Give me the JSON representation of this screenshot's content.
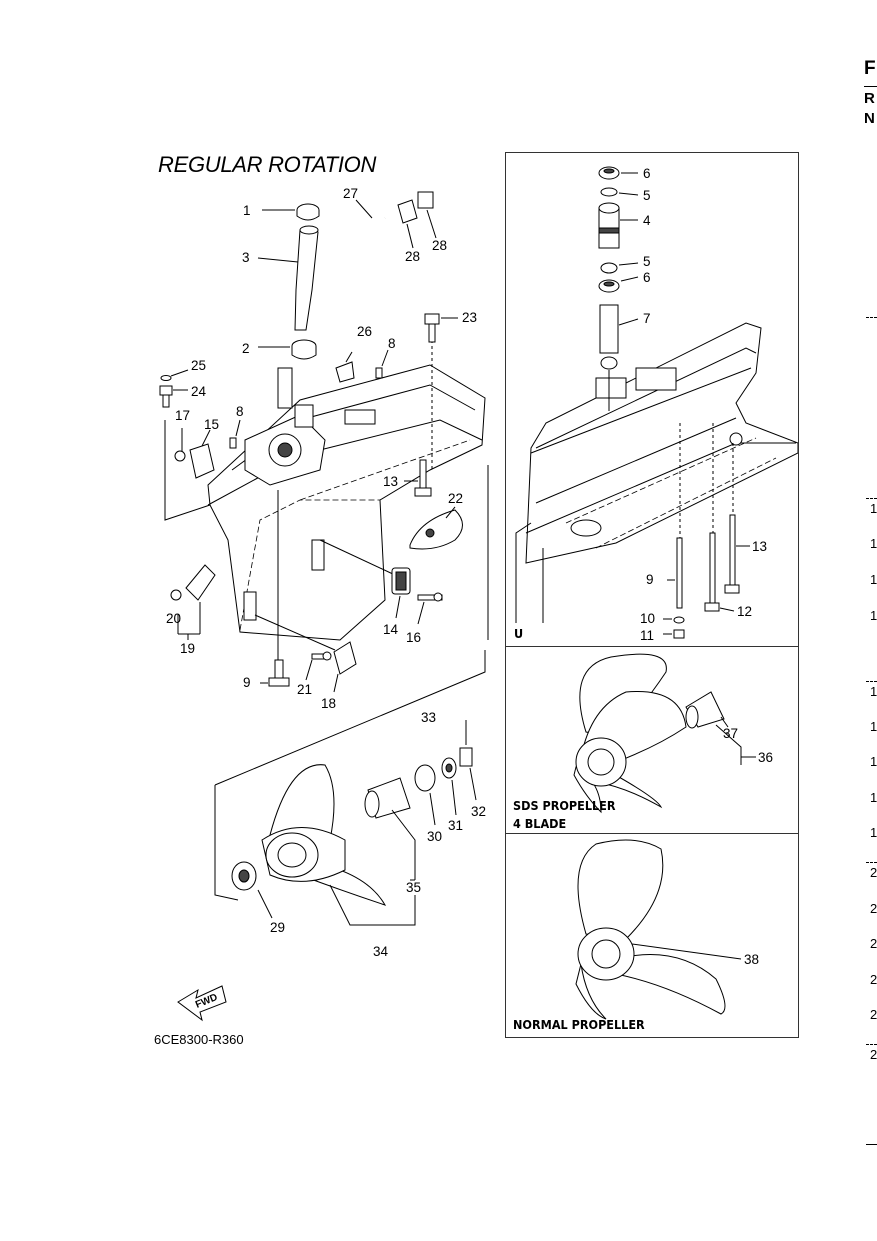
{
  "title": "REGULAR ROTATION",
  "drawing_code": "6CE8300-R360",
  "fwd_label": "FWD",
  "edge_letters": [
    "F",
    "R",
    "N"
  ],
  "right_margin_marks": [
    "1",
    "1",
    "1",
    "1",
    "1",
    "1",
    "1",
    "1",
    "1",
    "2",
    "2",
    "2",
    "2",
    "2",
    "2"
  ],
  "panels": {
    "u_panel_label": "U",
    "sds_label_line1": "SDS PROPELLER",
    "sds_label_line2": "4 BLADE",
    "normal_label": "NORMAL PROPELLER"
  },
  "callouts_main": [
    "1",
    "3",
    "2",
    "27",
    "28",
    "28",
    "26",
    "8",
    "23",
    "25",
    "24",
    "17",
    "15",
    "8",
    "13",
    "22",
    "14",
    "16",
    "20",
    "19",
    "9",
    "21",
    "18",
    "33",
    "32",
    "31",
    "30",
    "35",
    "34",
    "29"
  ],
  "callouts_u": [
    "6",
    "5",
    "4",
    "5",
    "6",
    "7",
    "13",
    "9",
    "12",
    "10",
    "11"
  ],
  "callouts_sds": [
    "37",
    "36"
  ],
  "callouts_normal": [
    "38"
  ]
}
